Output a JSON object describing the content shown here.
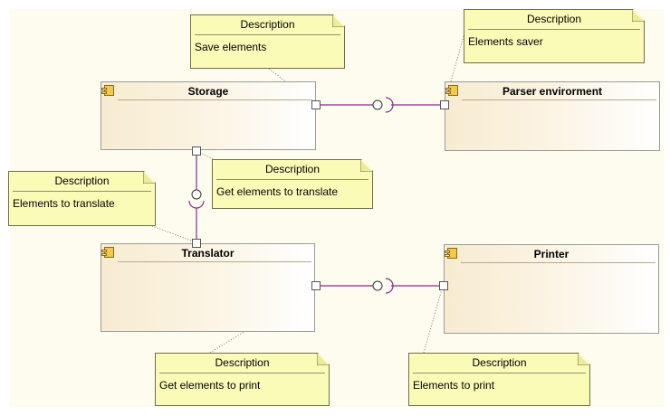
{
  "colors": {
    "canvas_bg": "#fdfcee",
    "connector": "#8b2a8b",
    "note_bg": "#fbfbb8",
    "component_gradient_start": "#f7ecd1"
  },
  "components": {
    "storage": {
      "name": "Storage",
      "icon": "component-icon"
    },
    "parser": {
      "name": "Parser envirorment",
      "icon": "component-icon"
    },
    "translator": {
      "name": "Translator",
      "icon": "component-icon"
    },
    "printer": {
      "name": "Printer",
      "icon": "component-icon"
    }
  },
  "notes": {
    "save": {
      "title": "Description",
      "text": "Save elements"
    },
    "saver": {
      "title": "Description",
      "text": "Elements saver"
    },
    "get_translate": {
      "title": "Description",
      "text": "Get elements to translate"
    },
    "to_translate": {
      "title": "Description",
      "text": "Elements to translate"
    },
    "get_print": {
      "title": "Description",
      "text": "Get elements to print"
    },
    "to_print": {
      "title": "Description",
      "text": "Elements to print"
    }
  }
}
